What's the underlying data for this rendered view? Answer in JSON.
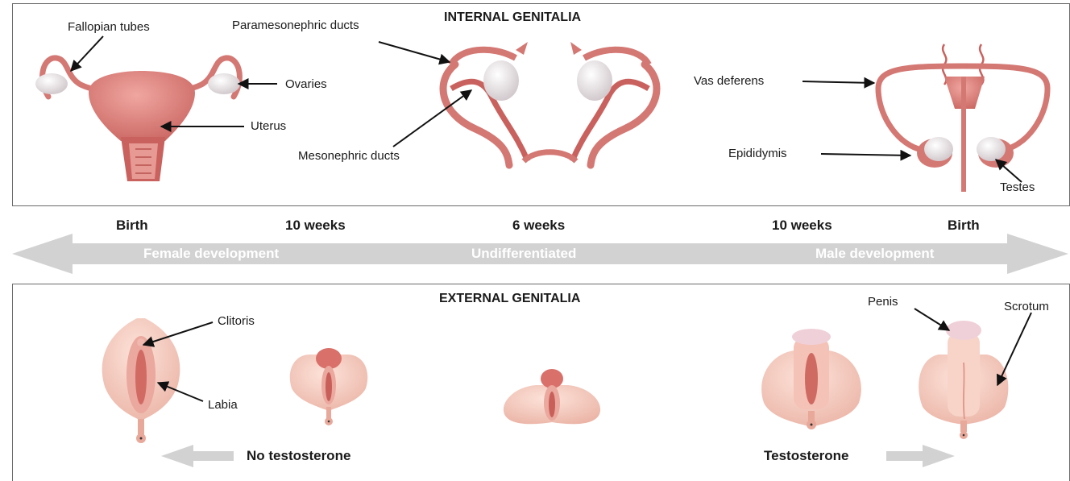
{
  "internal": {
    "title": "INTERNAL GENITALIA",
    "labels": {
      "fallopian_tubes": "Fallopian tubes",
      "ovaries": "Ovaries",
      "uterus": "Uterus",
      "paramesonephric_ducts": "Paramesonephric ducts",
      "mesonephric_ducts": "Mesonephric ducts",
      "vas_deferens": "Vas deferens",
      "epididymis": "Epididymis",
      "testes": "Testes"
    }
  },
  "timeline": {
    "stages": [
      "Birth",
      "10 weeks",
      "6 weeks",
      "10 weeks",
      "Birth"
    ],
    "bands": [
      "Female development",
      "Undifferentiated",
      "Male development"
    ]
  },
  "external": {
    "title": "EXTERNAL GENITALIA",
    "labels": {
      "clitoris": "Clitoris",
      "labia": "Labia",
      "penis": "Penis",
      "scrotum": "Scrotum"
    },
    "cues": {
      "no_testosterone": "No testosterone",
      "testosterone": "Testosterone"
    }
  },
  "colors": {
    "tissue": "#e08a86",
    "tissue_dark": "#b85a58",
    "gonad": "#ece6e8",
    "skin": "#f4c8bc",
    "skin_shade": "#e49a8e",
    "arrow": "#d2d2d2"
  }
}
